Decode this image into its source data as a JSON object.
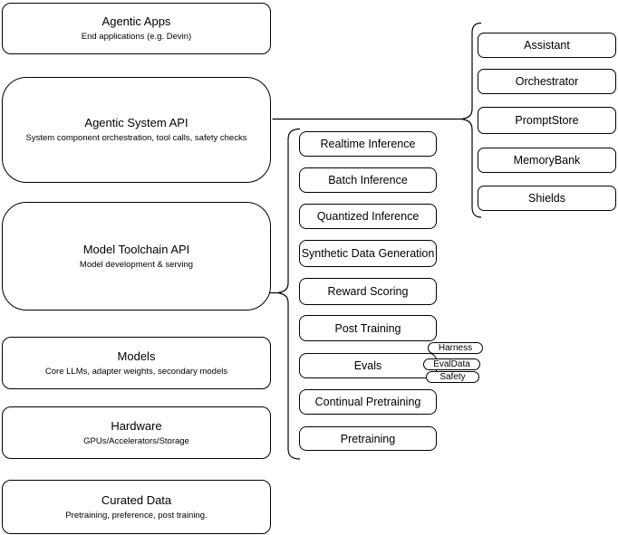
{
  "diagram": {
    "colors": {
      "stroke": "#000000",
      "fill": "#ffffff",
      "background": "#ffffff"
    },
    "left_stack": {
      "items": [
        {
          "title": "Agentic Apps",
          "subtitle": "End applications (e.g. Devin)"
        },
        {
          "title": "Agentic System API",
          "subtitle": "System component orchestration, tool calls, safety checks"
        },
        {
          "title": "Model Toolchain API",
          "subtitle": "Model development & serving"
        },
        {
          "title": "Models",
          "subtitle": "Core LLMs, adapter weights, secondary models"
        },
        {
          "title": "Hardware",
          "subtitle": "GPUs/Accelerators/Storage"
        },
        {
          "title": "Curated Data",
          "subtitle": "Pretraining, preference, post training."
        }
      ]
    },
    "middle_stack": {
      "items": [
        {
          "label": "Realtime Inference"
        },
        {
          "label": "Batch Inference"
        },
        {
          "label": "Quantized Inference"
        },
        {
          "label": "Synthetic Data Generation"
        },
        {
          "label": "Reward Scoring"
        },
        {
          "label": "Post Training"
        },
        {
          "label": "Evals"
        },
        {
          "label": "Continual Pretraining"
        },
        {
          "label": "Pretraining"
        }
      ]
    },
    "eval_pills": {
      "items": [
        {
          "label": "Harness"
        },
        {
          "label": "EvalData"
        },
        {
          "label": "Safety"
        }
      ]
    },
    "right_stack": {
      "items": [
        {
          "label": "Assistant"
        },
        {
          "label": "Orchestrator"
        },
        {
          "label": "PromptStore"
        },
        {
          "label": "MemoryBank"
        },
        {
          "label": "Shields"
        }
      ]
    }
  }
}
